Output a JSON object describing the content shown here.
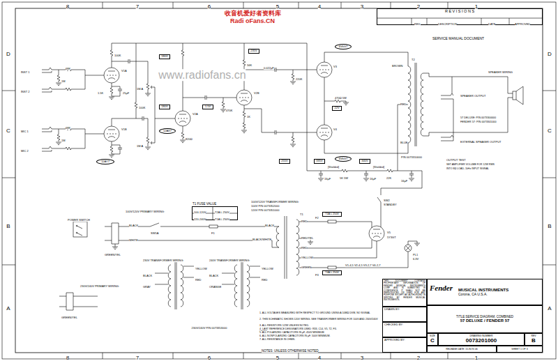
{
  "diagram": {
    "nodes": [
      {
        "text": [
          "R E V I S I O N S"
        ]
      },
      {
        "text": [
          "T1 FUSE VALUE"
        ]
      },
      {
        "text": [
          "THIS DOCUMENT CONTAINS PROPRIETARY INFORMATION OF FENDER MUSICAL INSTRUMENTS CORP. AND IS SUBMITTED IN CONFIDENCE. IT SHALL NOT BE REPRODUCED OR USED FOR ANY PURPOSE EXCEPT AS AUTHORIZED IN WRITING BY FENDER MUSICAL INSTRUMENTS."
        ]
      },
      {
        "text": [
          "MUSICAL INSTRUMENTS",
          "Corona, CA U.S.A."
        ]
      },
      {
        "text": [
          "DRAWN BY:"
        ]
      },
      {
        "text": [
          "CHECKED BY:"
        ]
      },
      {
        "text": [
          "APPROVED BY:"
        ]
      },
      {
        "text": [
          "TITLE:SERVICE DIAGRAM, COMBINED",
          "57 DELUXE / FENDER 57"
        ]
      },
      {
        "text": [
          "SIZE",
          "C"
        ]
      },
      {
        "text": [
          "DRAWING NUMBER",
          "0073201000"
        ]
      },
      {
        "text": [
          "REV",
          "B"
        ]
      },
      {
        "text": [
          "RELEASE DATE: 15-NOV-06"
        ]
      },
      {
        "text": [
          "SHEET 1 OF 3"
        ]
      },
      {
        "text": [
          "6V6GT"
        ]
      },
      {
        "text": [
          "6V6GT"
        ]
      },
      {
        "text": [
          "12AY7"
        ]
      },
      {
        "text": [
          "12AX7"
        ]
      },
      {
        "text": [
          "180V"
        ]
      },
      {
        "text": [
          "180V"
        ]
      },
      {
        "text": [
          "1.5V"
        ]
      },
      {
        "text": [
          "235V"
        ]
      },
      {
        "text": [
          "22V"
        ]
      },
      {
        "text": [
          "255V"
        ]
      },
      {
        "text": [
          "335V"
        ]
      },
      {
        "text": [
          "340V"
        ]
      },
      {
        "text": [
          "T1A L 250V"
        ]
      },
      {
        "text": [
          "T4A L 250V"
        ]
      }
    ],
    "labels": [
      "8",
      "7",
      "6",
      "5",
      "4",
      "3",
      "2",
      "1",
      "8",
      "7",
      "6",
      "5",
      "4",
      "3",
      "2",
      "1",
      "D",
      "C",
      "B",
      "A",
      "D",
      "C",
      "B",
      "A",
      "收音机爱好者资料库",
      "Radi oFans.CN",
      "www.radiofans.cn",
      "REV.",
      "DESCRIPTION",
      "DATE",
      "APPROVED",
      "SERVICE MANUAL DOCUMENT",
      "V1A",
      "V1B",
      "V2A",
      "V2B",
      "V3",
      "V4",
      "V5",
      "T1",
      "T2",
      "BROWN",
      "RED",
      "BLUE",
      "P/N 0073310000",
      "SPEAKER WIRING",
      "SPEAKER OUTPUT",
      "EXTERNAL SPEAKER OUTPUT",
      "57 DELUXE: P/N 0073300000",
      "FENDER 57: P/N 0073301000",
      "OUTPUT TEST",
      "SET AMPLIFIER VOLUME FOR 12W RMS",
      "INTO 8Ω LOAD, 1kHz INPUT SIGNAL",
      "INST 1",
      "INST 2",
      "MIC 1",
      "MIC 2",
      "68K",
      "1M",
      "68K",
      "1M",
      "1.5K",
      "25µF",
      "100K",
      "100K",
      "1M A",
      "1M A",
      "470K",
      "820Ω",
      "56K",
      "1K",
      "0.022µF",
      "220K",
      "470Ω 5W",
      "16µF",
      "16µF",
      "16µF",
      "5K 5W",
      "22K",
      "F1",
      "SW1A",
      "BLACK",
      "WHITE",
      "GREEN/YEL",
      "100V/120V PRIMARY WIRING:",
      "100-120V",
      "T2A L 250V",
      "220-240V",
      "T1A L 250V",
      "POWER SWITCH",
      "230V/240V PRIMARY WIRING:",
      "230V TRANSFORMER WIRING:",
      "240V TRANSFORMER WIRING:",
      "230V/240V P/N 0073353000",
      "100V/120V TRANSFORMER WIRING:",
      "100V P/N 0073352000",
      "120V P/N 0073351000",
      "RED",
      "RED/YEL",
      "RED",
      "YELLOW",
      "GREEN",
      "BLACK",
      "BLACK/WHITE",
      "PL1",
      "6.3V",
      "SW2",
      "STANDBY",
      "V1-4,5 V2-4,5 V3-2,7 V4-2,7",
      "5Y3GT",
      "F2",
      "F3",
      "1. ALL VOLTAGES MEASURED WITH RESPECT TO GROUND USING A 10MΩ DVM, NO SIGNAL APPLIED.",
      "2. THIS SCHEMATIC SHOWS 120V WIRING. SEE TRANSFORMER WIRING FOR 100V AND 230V/240V UNITS.",
      "3. ALL RESISTORS 1/2W UNLESS NOTED.",
      "4. LAST REFERENCE DESIGNATORS USED: R33, C14, V5, T2, F3.",
      "5. ALL POLARIZED CAPACITORS IN µF, 450V MINIMUM.",
      "6. ALL NONPOLARIZED CAPACITORS IN µF, 500V MINIMUM.",
      "7. ALL RESISTANCE IN OHMS.",
      "NOTES: UNLESS OTHERWISE NOTED",
      "Fender",
      "[Shielded]",
      "[Shielded]",
      "GREEN/YEL",
      "YELLOW",
      "RED",
      "BLACK",
      "GRAY",
      "YELLOW",
      "RED",
      "BLACK",
      "ORANGE"
    ]
  }
}
